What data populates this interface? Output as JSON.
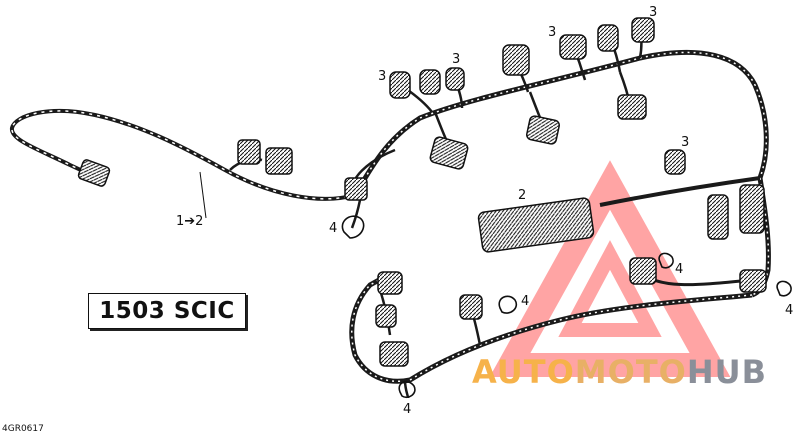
{
  "callouts": {
    "c1_2": "1➔2",
    "c2": "2",
    "c3": "3",
    "c4": "4"
  },
  "model_label": "1503 SCIC",
  "ref_code": "4GR0617",
  "watermark": {
    "part1": "AUTO",
    "part2": "MOTO",
    "part3": "HUB"
  },
  "colors": {
    "line": "#1a1a1a",
    "watermark_red": "#ff5a5a",
    "watermark_orange": "#f6b24a",
    "watermark_gray": "#8a8f99"
  }
}
